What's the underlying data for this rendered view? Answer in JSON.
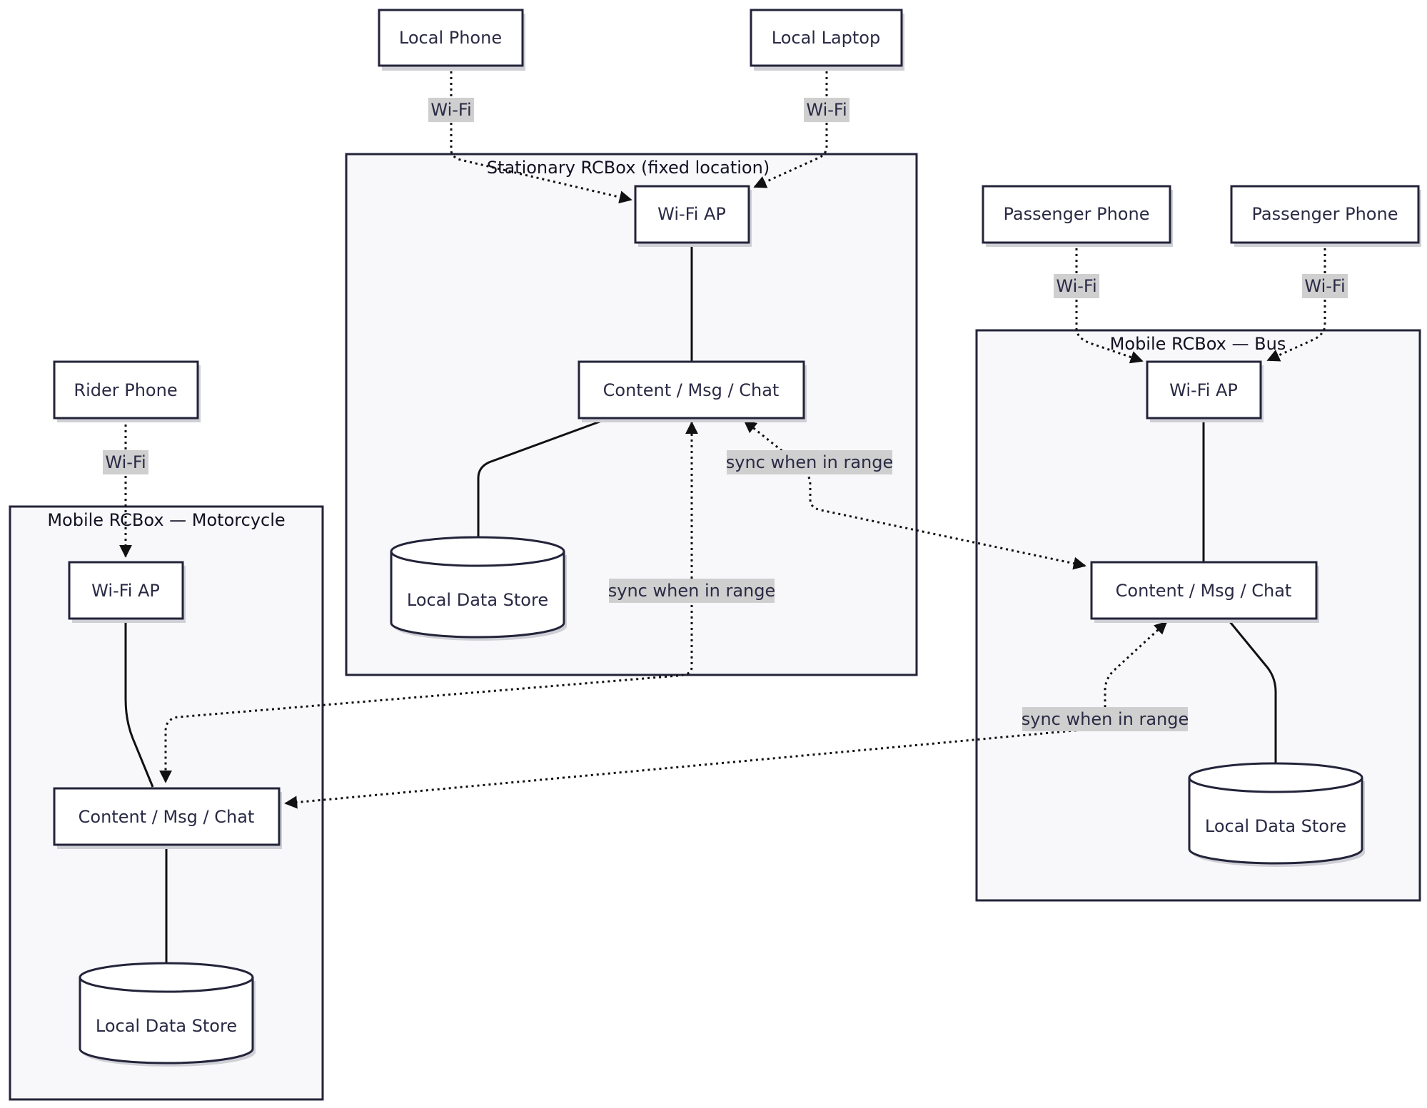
{
  "clusters": {
    "stationary": "Stationary RCBox (fixed location)",
    "bus": "Mobile RCBox — Bus",
    "motorcycle": "Mobile RCBox — Motorcycle"
  },
  "nodes": {
    "local_phone": "Local Phone",
    "local_laptop": "Local Laptop",
    "passenger_phone_1": "Passenger Phone",
    "passenger_phone_2": "Passenger Phone",
    "rider_phone": "Rider Phone",
    "st_wifi_ap": "Wi-Fi AP",
    "st_content": "Content / Msg / Chat",
    "st_store": "Local Data Store",
    "bus_wifi_ap": "Wi-Fi AP",
    "bus_content": "Content / Msg / Chat",
    "bus_store": "Local Data Store",
    "moto_wifi_ap": "Wi-Fi AP",
    "moto_content": "Content / Msg / Chat",
    "moto_store": "Local Data Store"
  },
  "edge_labels": {
    "local_phone_wifi": "Wi-Fi",
    "local_laptop_wifi": "Wi-Fi",
    "passenger_1_wifi": "Wi-Fi",
    "passenger_2_wifi": "Wi-Fi",
    "rider_wifi": "Wi-Fi",
    "sync_st_bus": "sync when in range",
    "sync_st_moto": "sync when in range",
    "sync_bus_moto": "sync when in range"
  }
}
